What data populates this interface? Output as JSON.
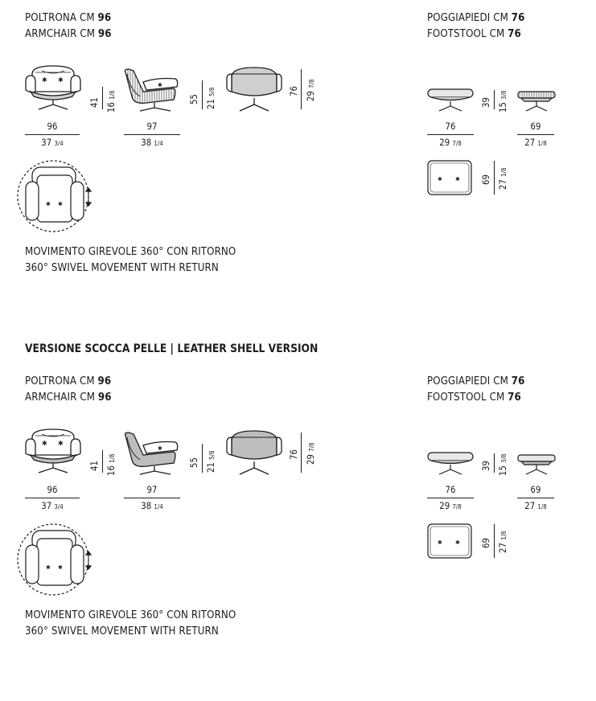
{
  "sections": [
    {
      "heading": "",
      "armchair": {
        "line1_prefix": "POLTRONA CM ",
        "line1_value": "96",
        "line2_prefix": "ARMCHAIR CM ",
        "line2_value": "96"
      },
      "footstool": {
        "line1_prefix": "POGGIAPIEDI CM ",
        "line1_value": "76",
        "line2_prefix": "FOOTSTOOL CM ",
        "line2_value": "76"
      },
      "dims": {
        "front_width_cm": "96",
        "front_width_in": "37",
        "front_width_in_frac": "3/4",
        "side_depth_cm": "97",
        "side_depth_in": "38",
        "side_depth_in_frac": "1/4",
        "seat_h_cm": "41",
        "seat_h_in": "16",
        "seat_h_in_frac": "1/8",
        "arm_h_cm": "55",
        "arm_h_in": "21",
        "arm_h_in_frac": "5/8",
        "total_h_cm": "76",
        "total_h_in": "29",
        "total_h_in_frac": "7/8",
        "stool_w_cm": "76",
        "stool_w_in": "29",
        "stool_w_in_frac": "7/8",
        "stool_d_cm": "69",
        "stool_d_in": "27",
        "stool_d_in_frac": "1/8",
        "stool_h_cm": "39",
        "stool_h_in": "15",
        "stool_h_in_frac": "3/8",
        "stool_top_cm": "69",
        "stool_top_in": "27",
        "stool_top_in_frac": "1/8"
      },
      "swivel_it": "MOVIMENTO GIREVOLE 360° CON RITORNO",
      "swivel_en": "360° SWIVEL MOVEMENT WITH RETURN"
    },
    {
      "heading": "VERSIONE SCOCCA PELLE | LEATHER SHELL VERSION",
      "armchair": {
        "line1_prefix": "POLTRONA CM ",
        "line1_value": "96",
        "line2_prefix": "ARMCHAIR CM ",
        "line2_value": "96"
      },
      "footstool": {
        "line1_prefix": "POGGIAPIEDI CM ",
        "line1_value": "76",
        "line2_prefix": "FOOTSTOOL CM ",
        "line2_value": "76"
      },
      "dims": {
        "front_width_cm": "96",
        "front_width_in": "37",
        "front_width_in_frac": "3/4",
        "side_depth_cm": "97",
        "side_depth_in": "38",
        "side_depth_in_frac": "1/4",
        "seat_h_cm": "41",
        "seat_h_in": "16",
        "seat_h_in_frac": "1/8",
        "arm_h_cm": "55",
        "arm_h_in": "21",
        "arm_h_in_frac": "5/8",
        "total_h_cm": "76",
        "total_h_in": "29",
        "total_h_in_frac": "7/8",
        "stool_w_cm": "76",
        "stool_w_in": "29",
        "stool_w_in_frac": "7/8",
        "stool_d_cm": "69",
        "stool_d_in": "27",
        "stool_d_in_frac": "1/8",
        "stool_h_cm": "39",
        "stool_h_in": "15",
        "stool_h_in_frac": "3/8",
        "stool_top_cm": "69",
        "stool_top_in": "27",
        "stool_top_in_frac": "1/8"
      },
      "swivel_it": "MOVIMENTO GIREVOLE 360° CON RITORNO",
      "swivel_en": "360° SWIVEL MOVEMENT WITH RETURN"
    }
  ],
  "colors": {
    "ink": "#1d1d1b",
    "shell_fabric": "#cfcfcf",
    "shell_leather": "#bdbdbd",
    "cushion": "#e8e8e8"
  }
}
